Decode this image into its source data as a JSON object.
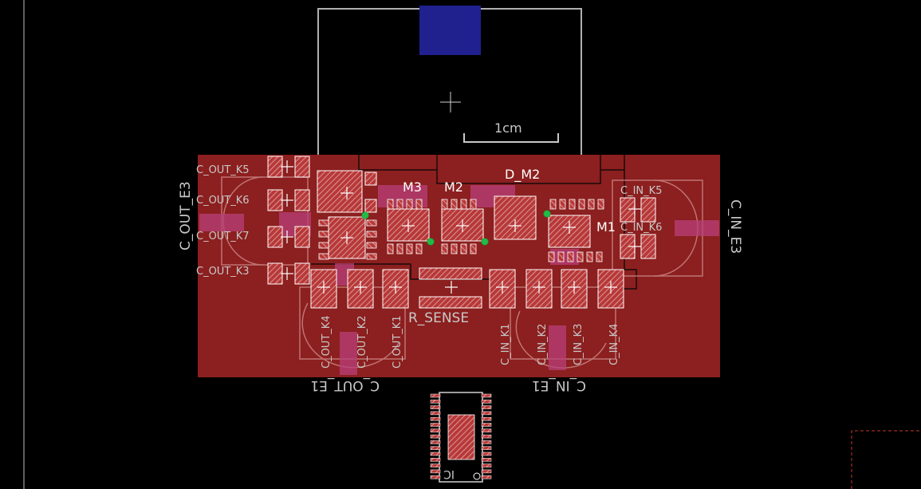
{
  "board": {
    "scale_label": "1cm",
    "components": {
      "c_out_e3": "C_OUT_E3",
      "c_in_e3": "C_IN_E3",
      "c_out_e1": "C_OUT_E1",
      "c_in_e1": "C_IN_E1",
      "c_out_k5": "C_OUT_K5",
      "c_out_k6": "C_OUT_K6",
      "c_out_k7": "C_OUT_K7",
      "c_out_k3": "C_OUT_K3",
      "c_out_k4": "C_OUT_K4",
      "c_out_k2": "C_OUT_K2",
      "c_out_k1": "C_OUT_K1",
      "c_in_k5": "C_IN_K5",
      "c_in_k6": "C_IN_K6",
      "c_in_k1": "C_IN_K1",
      "c_in_k2": "C_IN_K2",
      "c_in_k3": "C_IN_K3",
      "c_in_k4": "C_IN_K4",
      "m3": "M3",
      "m2": "M2",
      "m1": "M1",
      "d_m2": "D_M2",
      "r_sense": "R_SENSE",
      "ic": "IC"
    },
    "colors": {
      "background": "#000000",
      "board_fill": "#8c1f1f",
      "outline": "#c8c8c8",
      "pad_blue": "#20208f",
      "highlight": "#a8326a",
      "dimension_red": "#c0392b"
    }
  }
}
